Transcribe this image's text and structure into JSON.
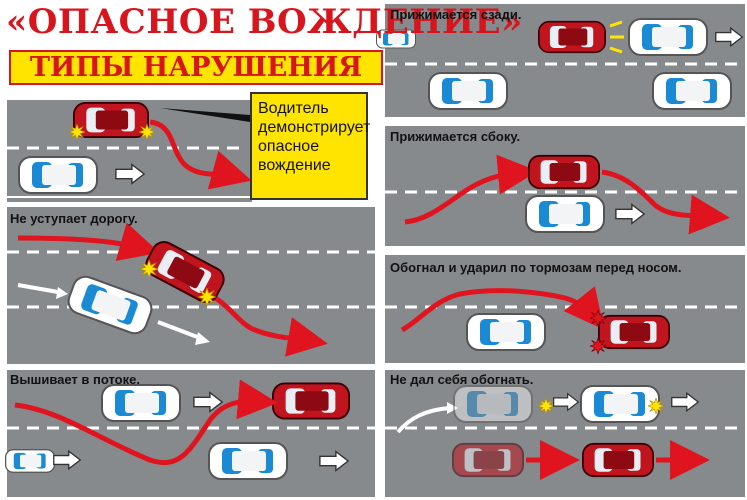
{
  "header": {
    "title": "«ОПАСНОЕ ВОЖДЕНИЕ»",
    "subtitle": "ТИПЫ НАРУШЕНИЯ"
  },
  "callout": {
    "text": "Водитель демонстрирует опасное вождение"
  },
  "scenes": [
    {
      "label": ""
    },
    {
      "label": "Не уступает дорогу."
    },
    {
      "label": "Вышивает в потоке."
    },
    {
      "label": "Прижимается сзади."
    },
    {
      "label": "Прижимается сбоку."
    },
    {
      "label": "Обогнал и ударил по тормозам перед носом."
    },
    {
      "label": "Не дал себя обогнать."
    }
  ],
  "colors": {
    "road": "#878a8d",
    "lane_marking": "#ffffff",
    "red_car": "#c0141e",
    "blue_car": "#1a8ad4",
    "arrow_red": "#e0141e",
    "accent_yellow": "#ffe400",
    "title_red": "#d8141c"
  }
}
